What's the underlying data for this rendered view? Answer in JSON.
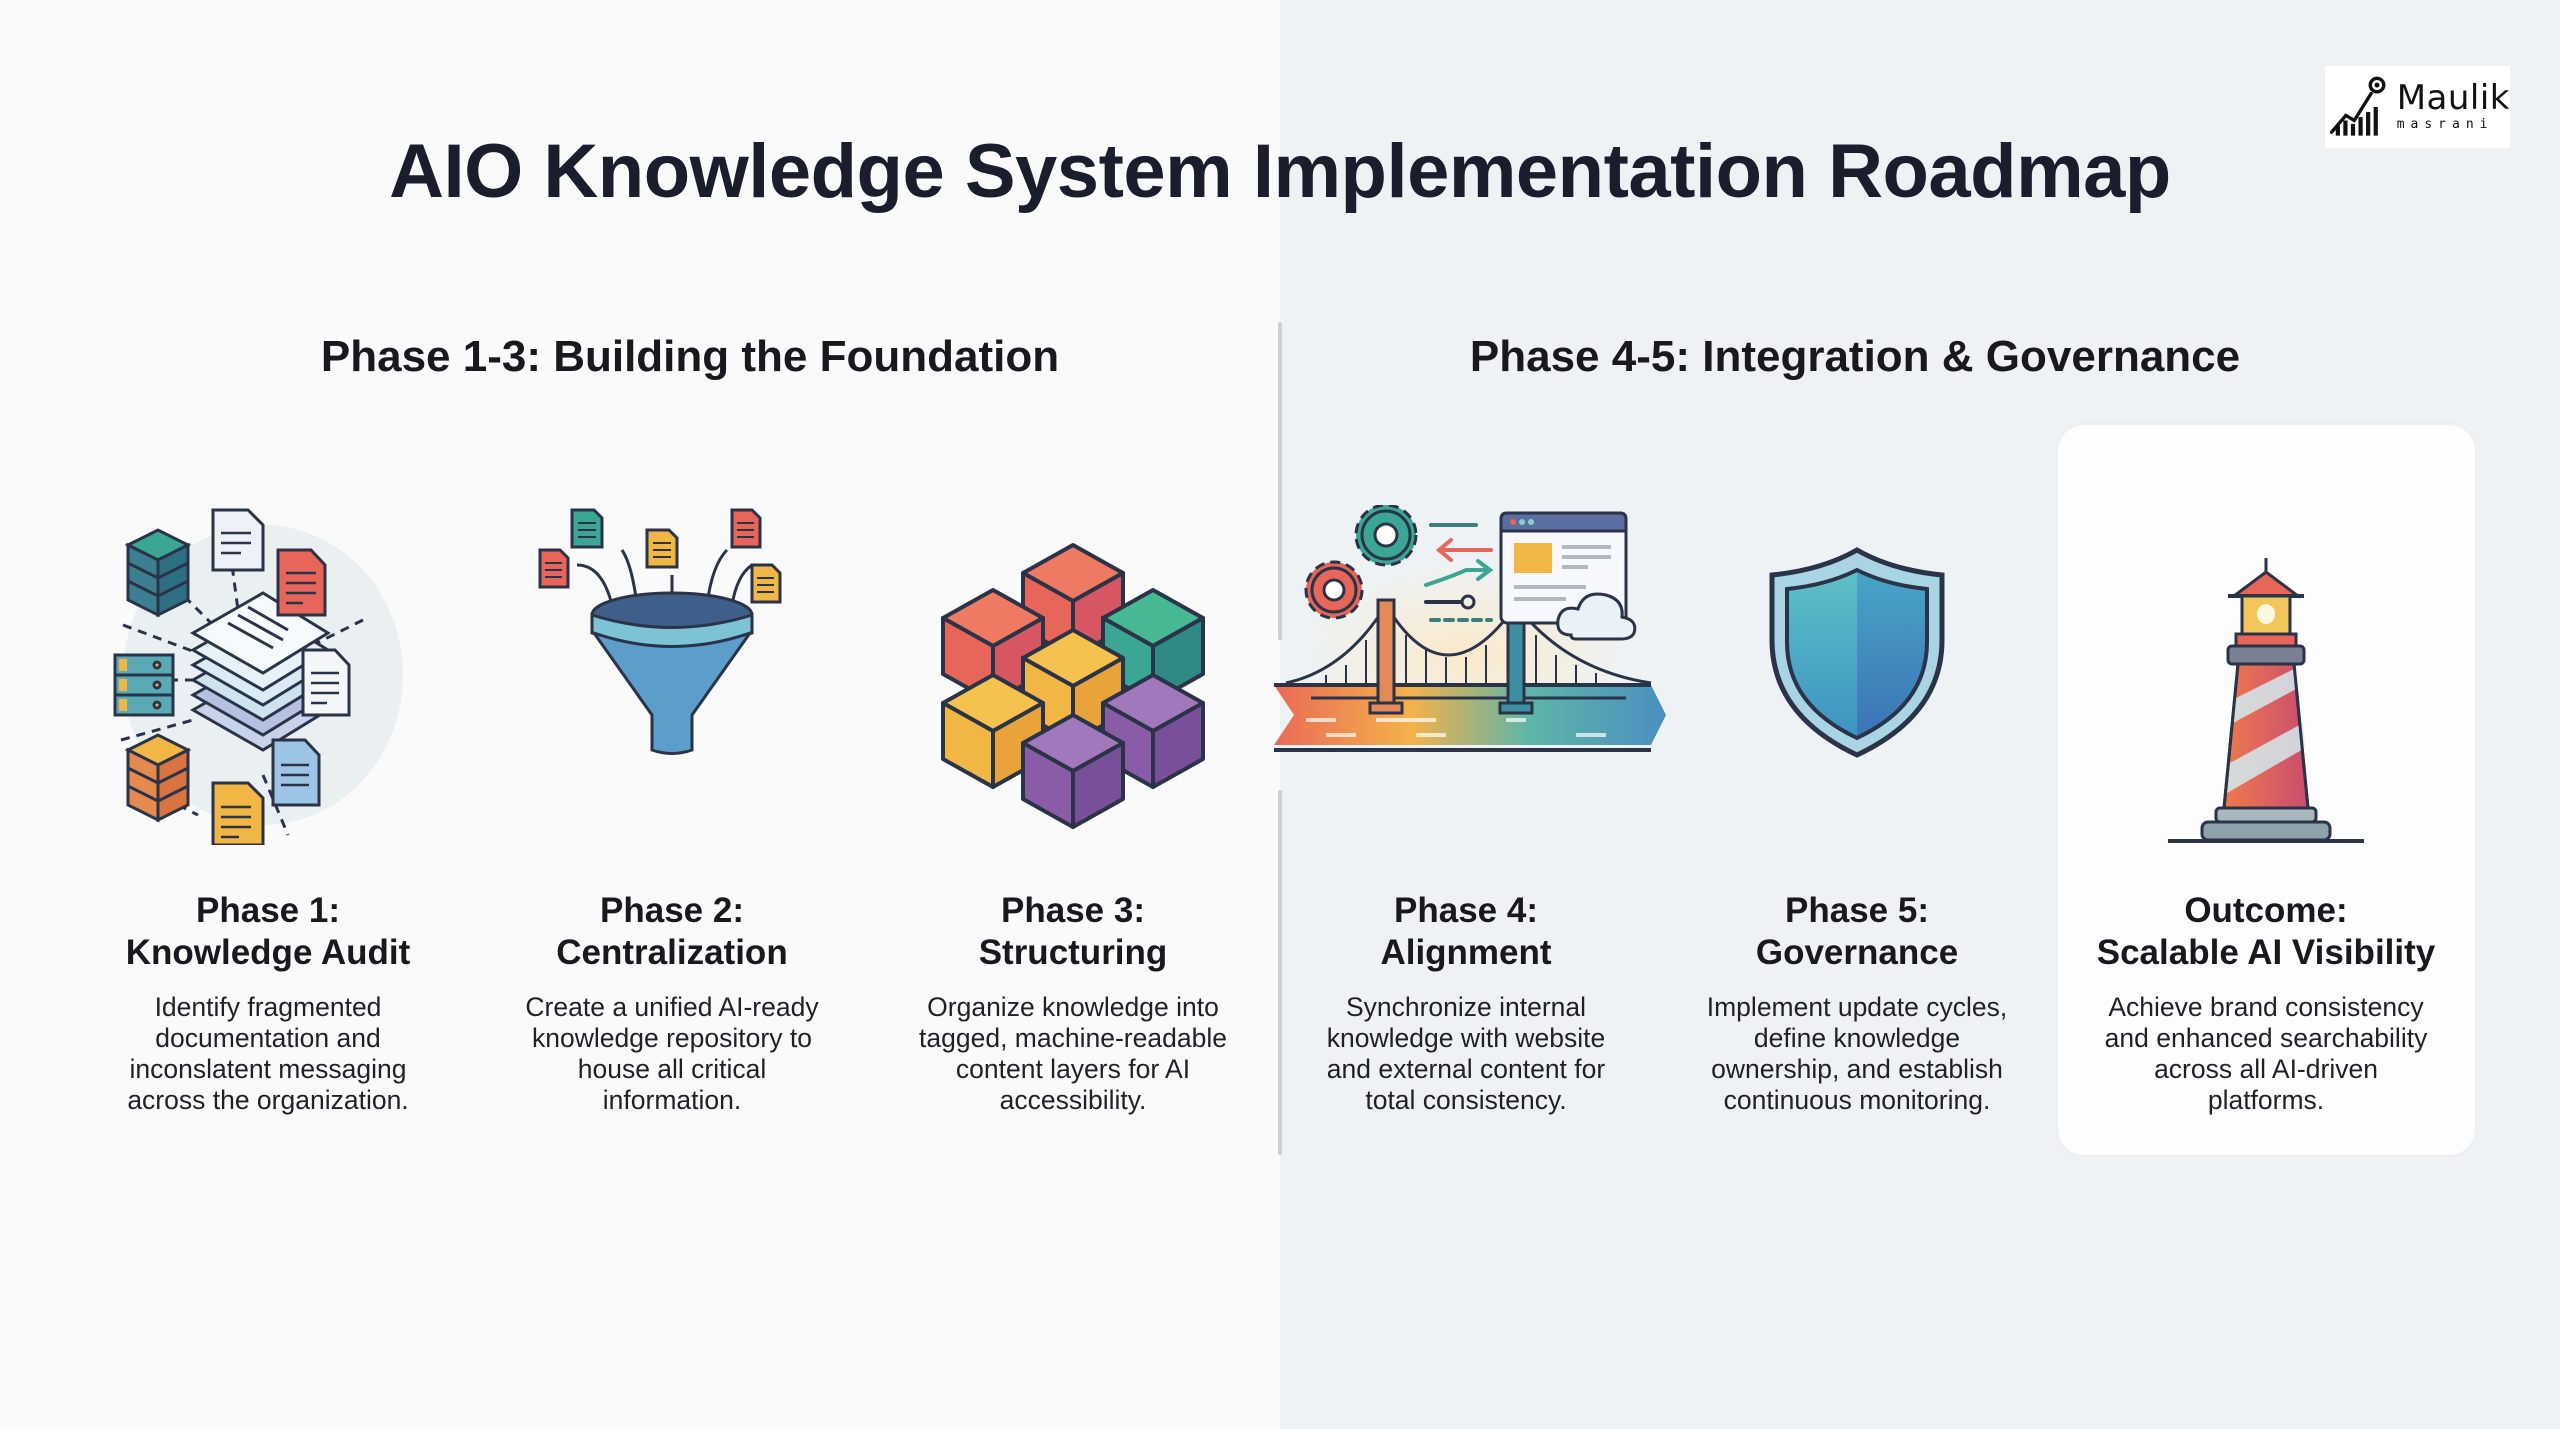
{
  "header": {
    "title": "AIO Knowledge System Implementation Roadmap",
    "logo": {
      "name": "Maulik",
      "sub": "masrani",
      "icon": "growth-chart-magnifier-icon"
    }
  },
  "sections": [
    {
      "title": "Phase 1-3: Building the Foundation"
    },
    {
      "title": "Phase 4-5: Integration & Governance"
    }
  ],
  "colors": {
    "left_bg": "#f9faf9",
    "right_bg": "#eef2f4",
    "title": "#1a1d2b",
    "divider": "#c9d0d6",
    "red": "#e8655a",
    "teal": "#3aa693",
    "yellow": "#f1b644",
    "purple": "#8a5ca8",
    "blue": "#4a8fc0",
    "outline": "#2a3347"
  },
  "phases": [
    {
      "icon": "document-audit-icon",
      "title_line1": "Phase 1:",
      "title_line2": "Knowledge Audit",
      "desc": [
        "Identify fragmented",
        "documentation and",
        "inconslatent messaging",
        "across the organization."
      ]
    },
    {
      "icon": "funnel-icon",
      "title_line1": "Phase 2:",
      "title_line2": "Centralization",
      "desc": [
        "Create a unified AI-ready",
        "knowledge repository to",
        "house all critical",
        "information."
      ]
    },
    {
      "icon": "cubes-icon",
      "title_line1": "Phase 3:",
      "title_line2": "Structuring",
      "desc": [
        "Organize knowledge into",
        "tagged, machine-readable",
        "content layers for AI",
        "accessibility."
      ]
    },
    {
      "icon": "bridge-sync-icon",
      "title_line1": "Phase 4:",
      "title_line2": "Alignment",
      "desc": [
        "Synchronize internal",
        "knowledge with website",
        "and external content for",
        "total consistency."
      ]
    },
    {
      "icon": "shield-icon",
      "title_line1": "Phase 5:",
      "title_line2": "Governance",
      "desc": [
        "Implement update cycles,",
        "define knowledge",
        "ownership, and establish",
        "continuous monitoring."
      ]
    },
    {
      "icon": "lighthouse-icon",
      "title_line1": "Outcome:",
      "title_line2": "Scalable AI Visibility",
      "desc": [
        "Achieve brand consistency",
        "and enhanced searchability",
        "across all AI-driven",
        "platforms."
      ]
    }
  ]
}
